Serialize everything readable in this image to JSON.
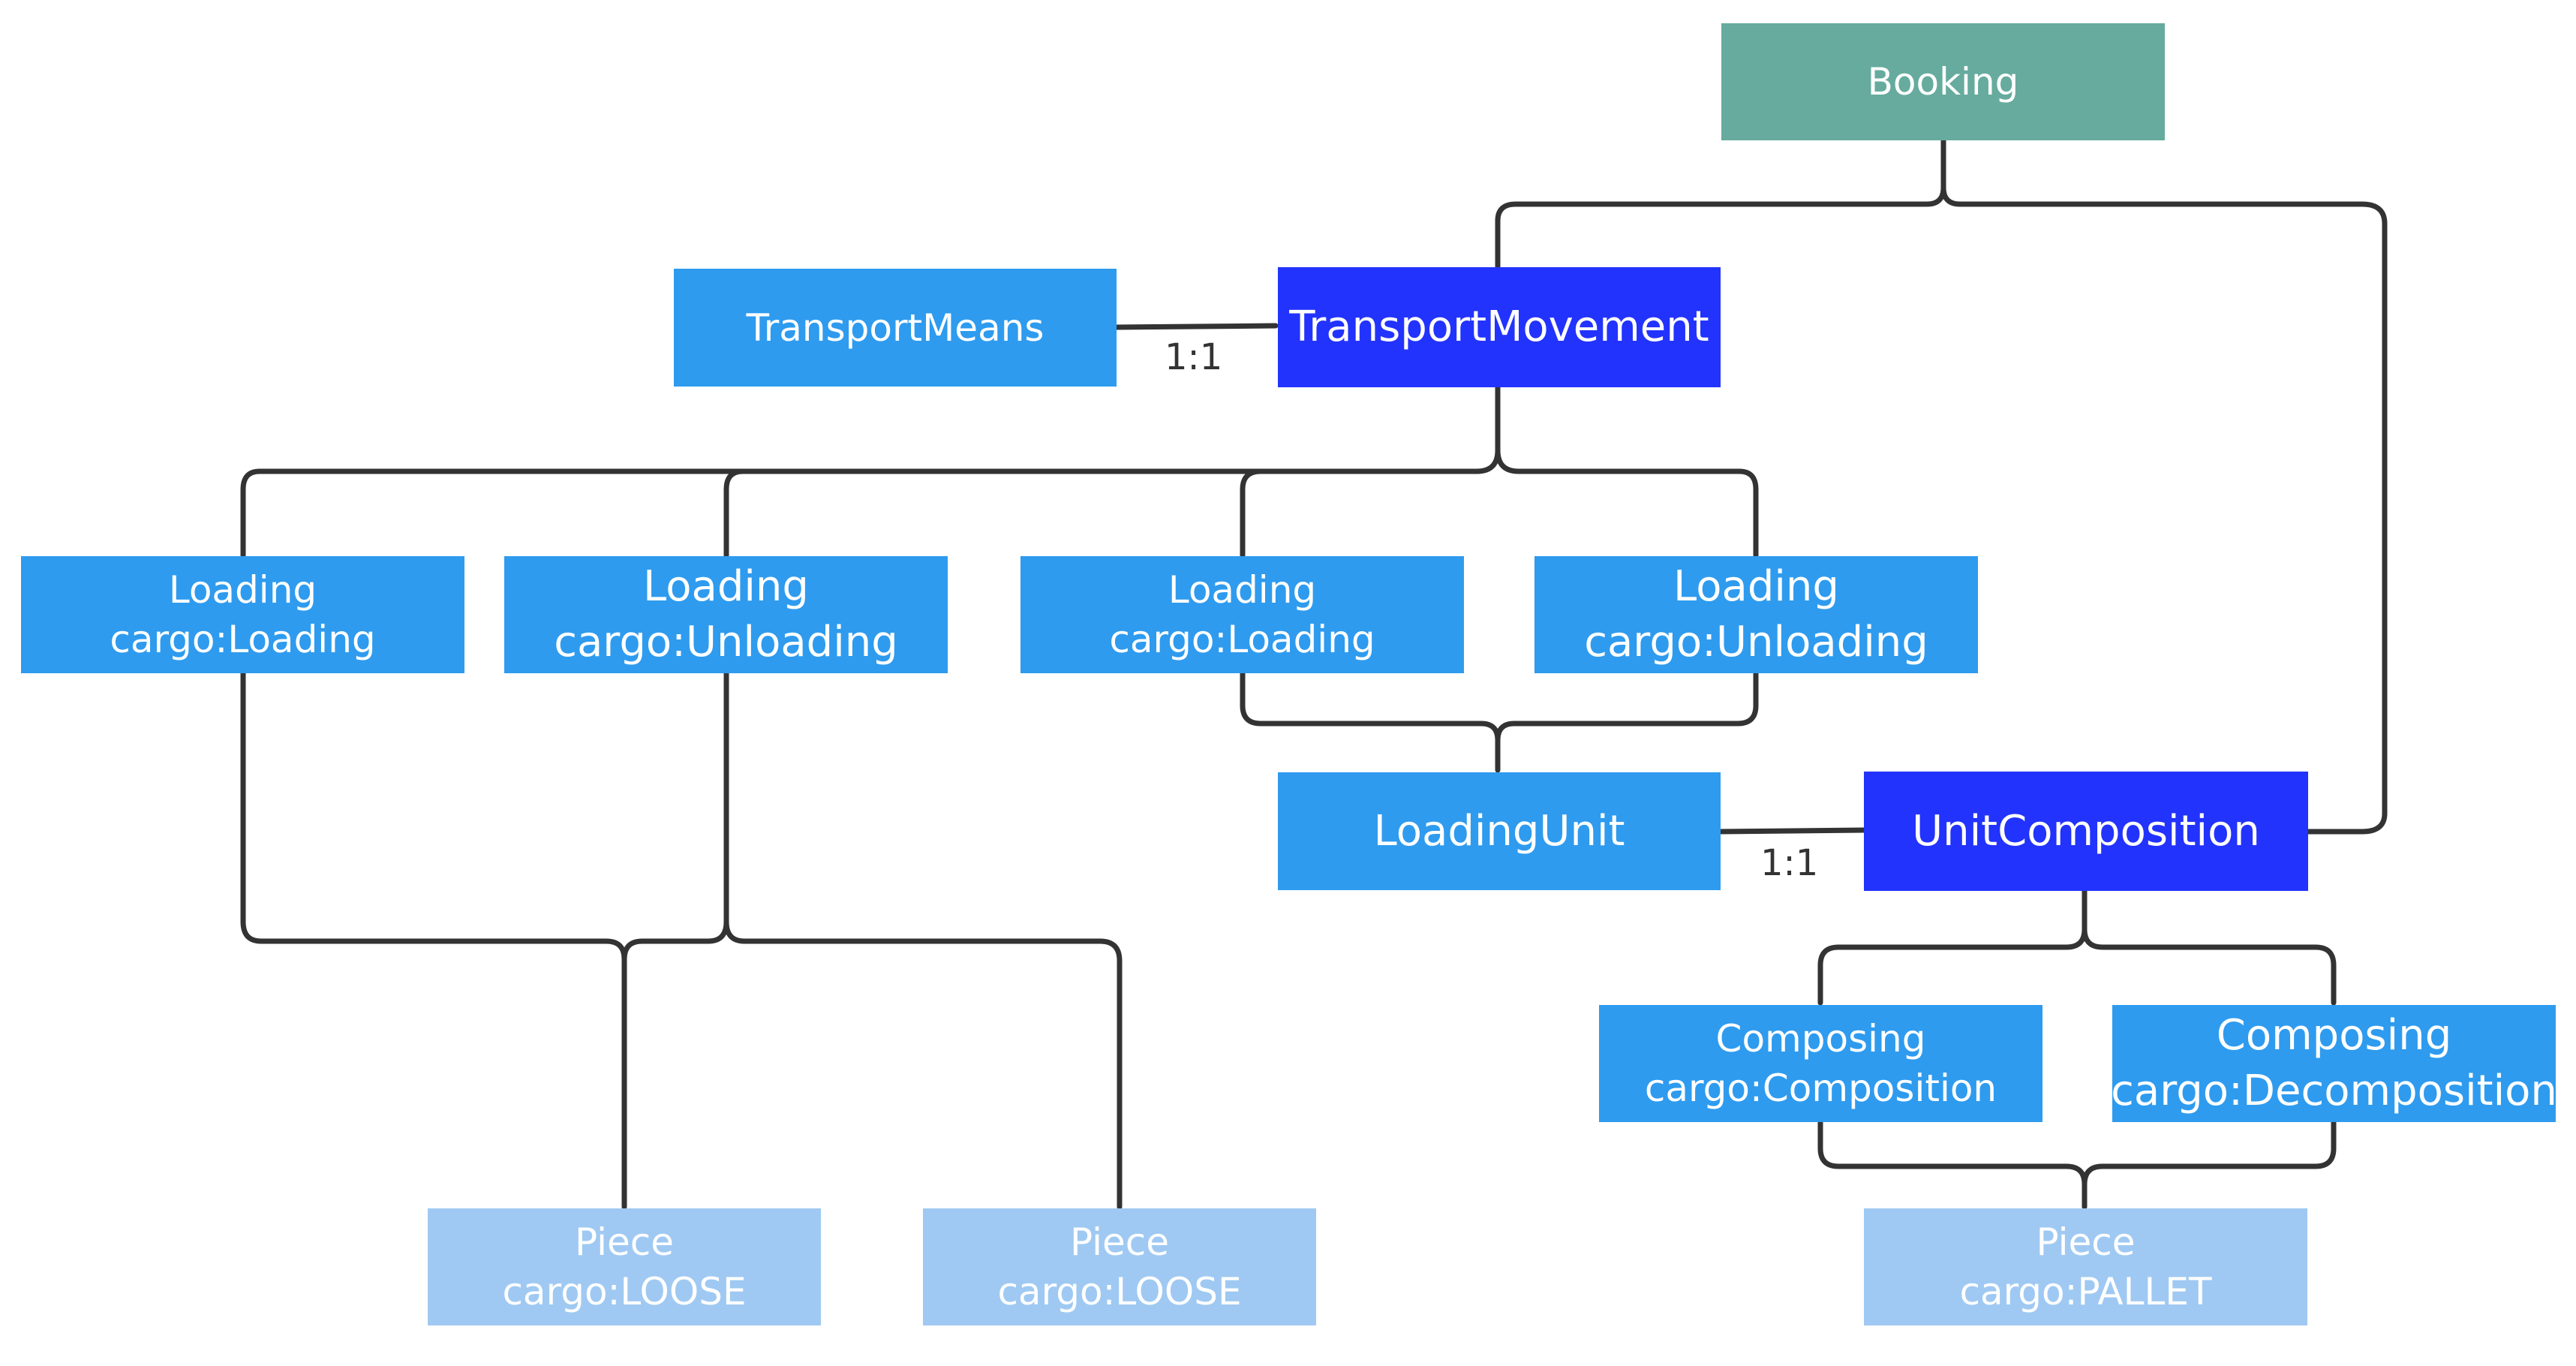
{
  "colors": {
    "root": "#66ab9e",
    "primary": "#2233fd",
    "secondary": "#2e9bef",
    "leaf": "#9fc9f2",
    "connector": "#333333",
    "text": "#ffffff",
    "label_text": "#333333"
  },
  "nodes": {
    "booking": {
      "line1": "Booking",
      "line2": ""
    },
    "transport_means": {
      "line1": "TransportMeans",
      "line2": ""
    },
    "transport_movement": {
      "line1": "TransportMovement",
      "line2": ""
    },
    "loading_1": {
      "line1": "Loading",
      "line2": "cargo:Loading"
    },
    "loading_2": {
      "line1": "Loading",
      "line2": "cargo:Unloading"
    },
    "loading_3": {
      "line1": "Loading",
      "line2": "cargo:Loading"
    },
    "loading_4": {
      "line1": "Loading",
      "line2": "cargo:Unloading"
    },
    "loading_unit": {
      "line1": "LoadingUnit",
      "line2": ""
    },
    "unit_composition": {
      "line1": "UnitComposition",
      "line2": ""
    },
    "composing_1": {
      "line1": "Composing",
      "line2": "cargo:Composition"
    },
    "composing_2": {
      "line1": "Composing",
      "line2": "cargo:Decomposition"
    },
    "piece_1": {
      "line1": "Piece",
      "line2": "cargo:LOOSE"
    },
    "piece_2": {
      "line1": "Piece",
      "line2": "cargo:LOOSE"
    },
    "piece_3": {
      "line1": "Piece",
      "line2": "cargo:PALLET"
    }
  },
  "edge_labels": {
    "means_movement": "1:1",
    "unit_composition": "1:1"
  }
}
